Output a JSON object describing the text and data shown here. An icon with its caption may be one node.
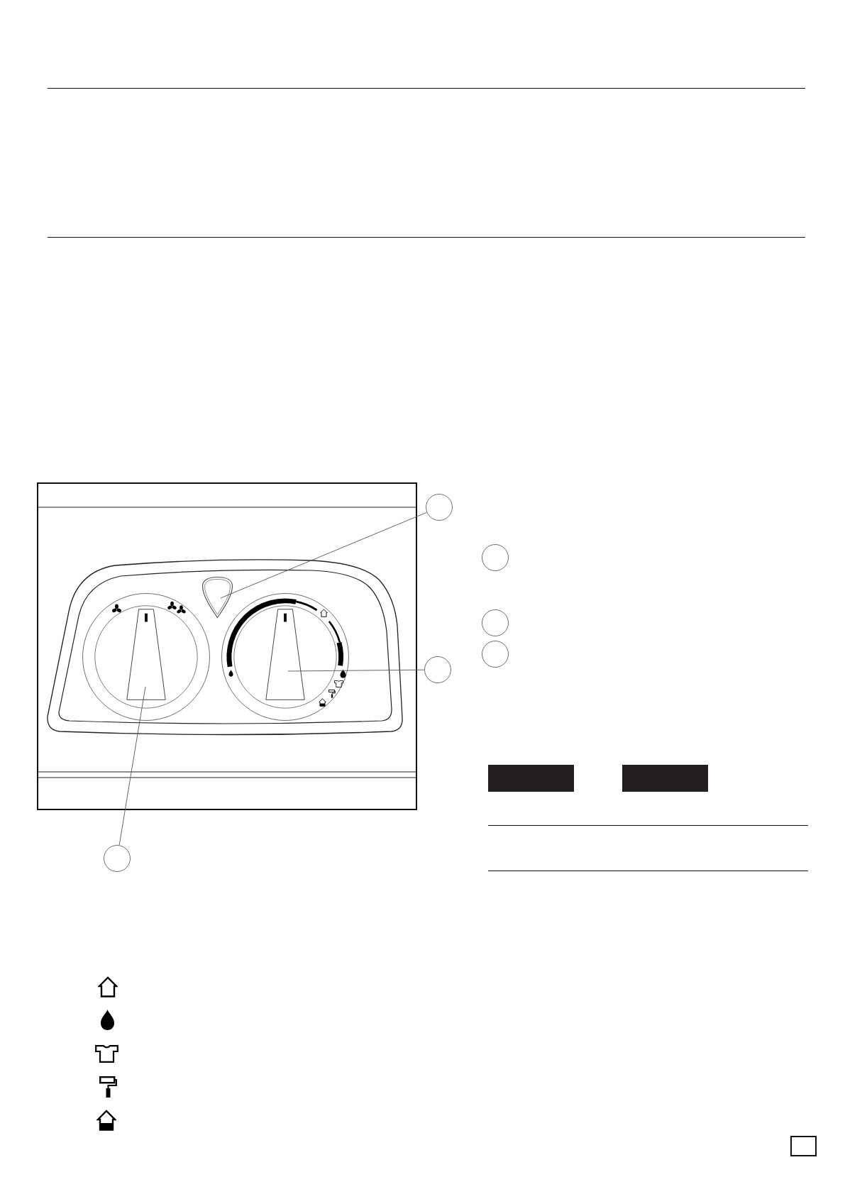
{
  "diagram": {
    "nodes": [
      {
        "text": [],
        "shape": "circle"
      },
      {
        "text": [],
        "shape": "circle"
      },
      {
        "text": [],
        "shape": "picture"
      },
      {
        "text": [],
        "shape": "circle"
      },
      {
        "text": [],
        "shape": "circle"
      },
      {
        "text": [],
        "shape": "circle"
      },
      {
        "text": [],
        "shape": "circle"
      },
      {
        "text": [],
        "shape": "circle"
      },
      {
        "text": [],
        "shape": "circle"
      },
      {
        "text": [],
        "shape": "bar"
      },
      {
        "text": [],
        "shape": "bar"
      },
      {
        "text": [],
        "shape": "box"
      }
    ],
    "edges": [
      {
        "from": 0,
        "to": 2,
        "arrow": "none"
      },
      {
        "from": 7,
        "to": 4,
        "arrow": "none"
      },
      {
        "from": 8,
        "to": 3,
        "arrow": "none"
      }
    ]
  }
}
